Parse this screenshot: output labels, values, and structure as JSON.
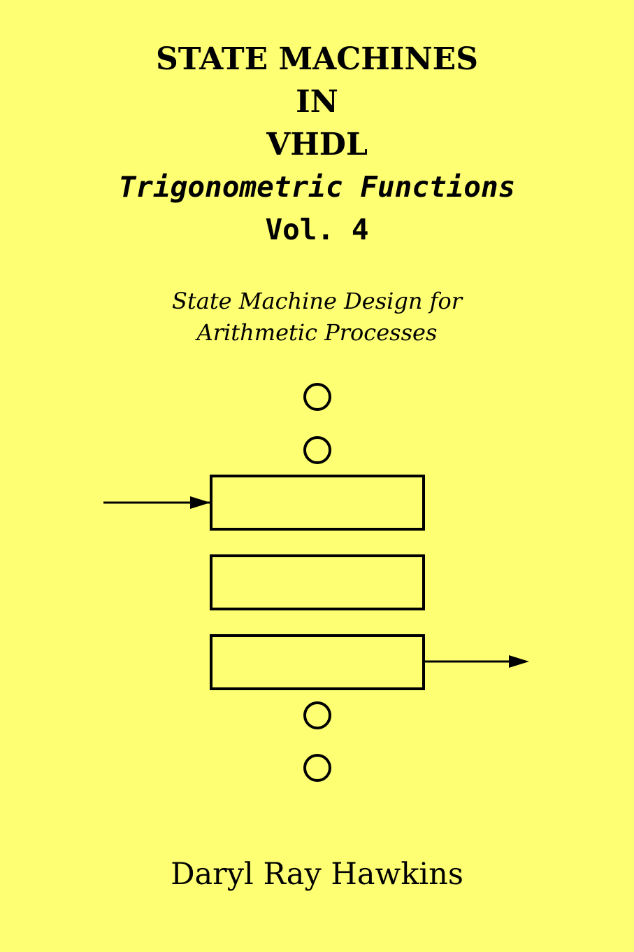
{
  "cover": {
    "title_lines": [
      "STATE MACHINES",
      "IN",
      "VHDL"
    ],
    "series_title": "Trigonometric Functions",
    "volume": "Vol. 4",
    "subtitle_lines": [
      "State Machine Design for",
      "Arithmetic Processes"
    ],
    "author": "Daryl Ray Hawkins"
  },
  "colors": {
    "background": "#ffff73",
    "ink": "#000000"
  },
  "icons": {
    "top_dots": [
      "circle-icon",
      "circle-icon"
    ],
    "bottom_dots": [
      "circle-icon",
      "circle-icon"
    ],
    "input_arrow": "arrow-right-icon",
    "output_arrow": "arrow-right-icon"
  }
}
